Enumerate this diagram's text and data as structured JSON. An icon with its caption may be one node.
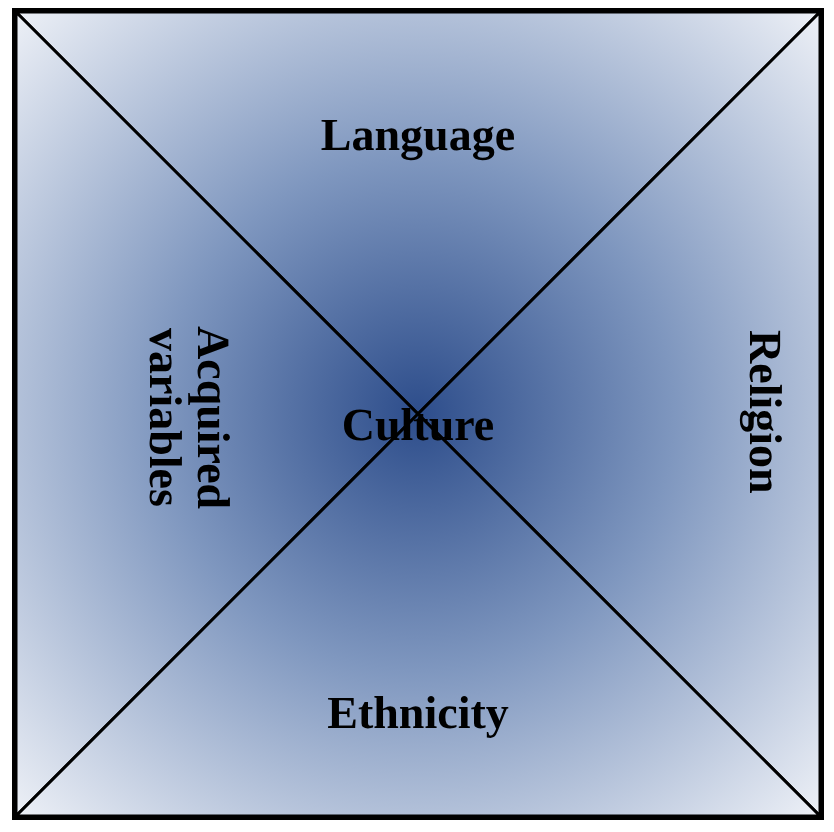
{
  "diagram": {
    "nodes": [
      {
        "text": [
          "Language"
        ]
      },
      {
        "text": [
          "Acquired variables"
        ]
      },
      {
        "text": [
          "Religion"
        ]
      },
      {
        "text": [
          "Ethnicity"
        ]
      }
    ],
    "edges": [],
    "labels": [
      "Culture"
    ]
  }
}
